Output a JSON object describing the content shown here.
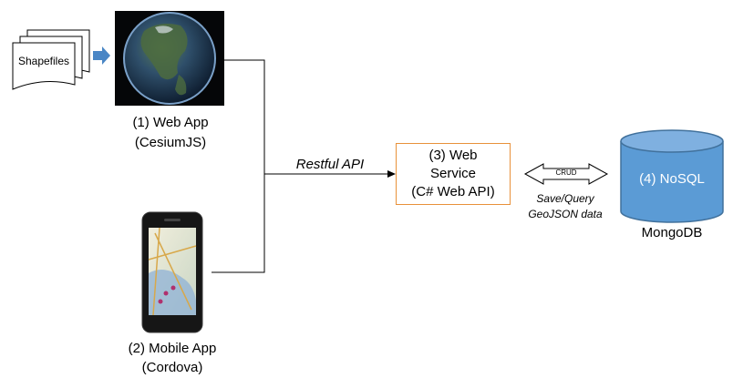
{
  "shapefiles": {
    "label": "Shapefiles"
  },
  "web_app": {
    "line1": "(1) Web App",
    "line2": "(CesiumJS)"
  },
  "mobile_app": {
    "line1": "(2) Mobile App",
    "line2": "(Cordova)"
  },
  "connector": {
    "label": "Restful API"
  },
  "web_service": {
    "line1": "(3) Web",
    "line2": "Service",
    "line3": "(C# Web API)"
  },
  "crud": {
    "label": "CRUD",
    "caption1": "Save/Query",
    "caption2": "GeoJSON data"
  },
  "database": {
    "label": "(4) NoSQL",
    "caption": "MongoDB"
  },
  "colors": {
    "service_border": "#e8913a",
    "db_fill": "#5b9bd5",
    "db_stroke": "#41719c",
    "arrow_blue": "#4a86c5"
  }
}
